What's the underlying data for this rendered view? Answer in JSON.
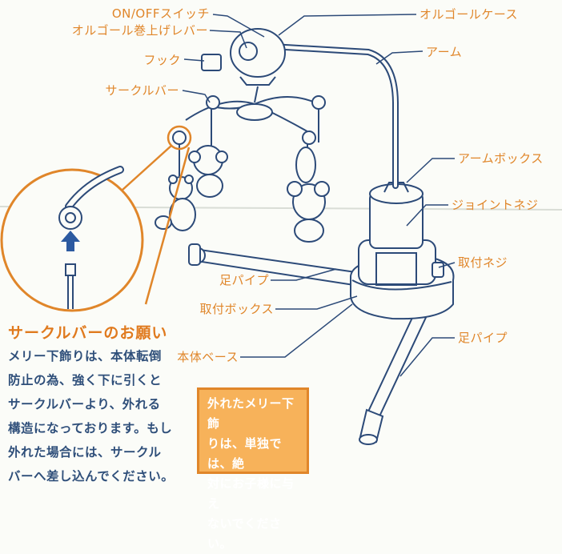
{
  "labels": {
    "on_off_switch": "ON/OFFスイッチ",
    "music_box_lever": "オルゴール巻上げレバー",
    "hook": "フック",
    "circle_bar": "サークルバー",
    "music_box_case": "オルゴールケース",
    "arm": "アーム",
    "arm_box": "アームボックス",
    "joint_screw": "ジョイントネジ",
    "mount_screw": "取付ネジ",
    "leg_pipe_left": "足パイプ",
    "mount_box": "取付ボックス",
    "leg_pipe_right": "足パイプ",
    "body_base": "本体ベース"
  },
  "notice": {
    "title": "サークルバーのお願い",
    "lines": [
      "メリー下飾りは、本体転倒",
      "防止の為、強く下に引くと",
      "サークルバーより、外れる",
      "構造になっております。もし",
      "外れた場合には、サークル",
      "バーへ差し込んでください。"
    ]
  },
  "warning": {
    "lines": [
      "外れたメリー下飾",
      "りは、単独では、絶",
      "対にお子様に与え",
      "ないでください。"
    ]
  },
  "colors": {
    "accent": "#e0862a",
    "body_text": "#2f4f7a",
    "line_art": "#2c4a78",
    "warning_fill": "#f7b25a",
    "arrow": "#2c5aa0"
  }
}
